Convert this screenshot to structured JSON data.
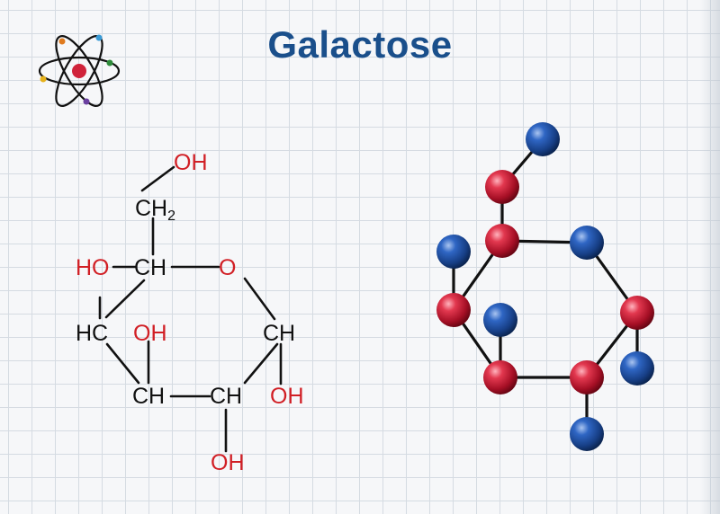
{
  "title": "Galactose",
  "colors": {
    "title": "#1a4f8b",
    "bond": "#111111",
    "carbon_label": "#111111",
    "oxygen_label": "#d11f25",
    "oxygen_atom": "#d0233a",
    "carbon_atom": "#1f4f9b",
    "grid": "#d5dbe2",
    "paper": "#f6f7f9"
  },
  "logo": {
    "icon": "atom-icon"
  },
  "formula": {
    "oh_top": "OH",
    "ch2_c": "CH",
    "ch2_sub": "2",
    "ho_left": "HO",
    "ch_c5": "CH",
    "ring_o": "O",
    "hc_c4": "HC",
    "oh_c3": "OH",
    "ch_c1": "CH",
    "ch_c3": "CH",
    "ch_c2": "CH",
    "oh_c1": "OH",
    "oh_c2": "OH"
  },
  "model": {
    "icon": "ball-and-stick-icon"
  }
}
